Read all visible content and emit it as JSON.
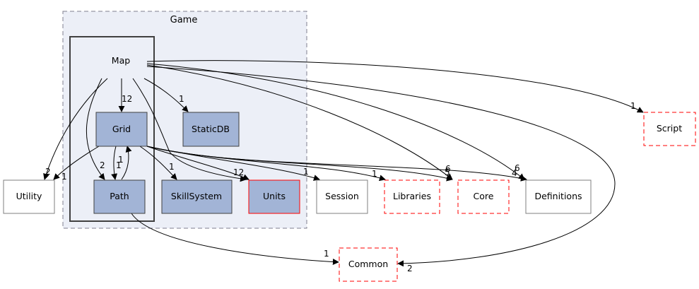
{
  "clusters": {
    "game": {
      "label": "Game"
    },
    "map": {
      "label": "Map"
    }
  },
  "nodes": {
    "grid": "Grid",
    "staticdb": "StaticDB",
    "path": "Path",
    "skillsystem": "SkillSystem",
    "units": "Units",
    "utility": "Utility",
    "session": "Session",
    "libraries": "Libraries",
    "core": "Core",
    "definitions": "Definitions",
    "script": "Script",
    "common": "Common"
  },
  "edge_labels": {
    "map_grid": "12",
    "map_staticdb": "1",
    "map_script": "1",
    "map_utility": "2",
    "map_path": "2",
    "grid_utility": "1",
    "grid_path": "1",
    "path_grid": "1",
    "grid_skillsystem": "1",
    "grid_units": "12",
    "grid_session": "1",
    "grid_libraries": "1",
    "grid_core": "5",
    "map_core": "6",
    "grid_definitions": "4",
    "map_definitions": "6",
    "path_common": "1",
    "map_common": "2"
  },
  "colors": {
    "cluster_game_fill": "#eceff7",
    "module_fill": "#a2b4d6",
    "highlight_border": "#ff0000",
    "missing_border": "#ff0000"
  }
}
